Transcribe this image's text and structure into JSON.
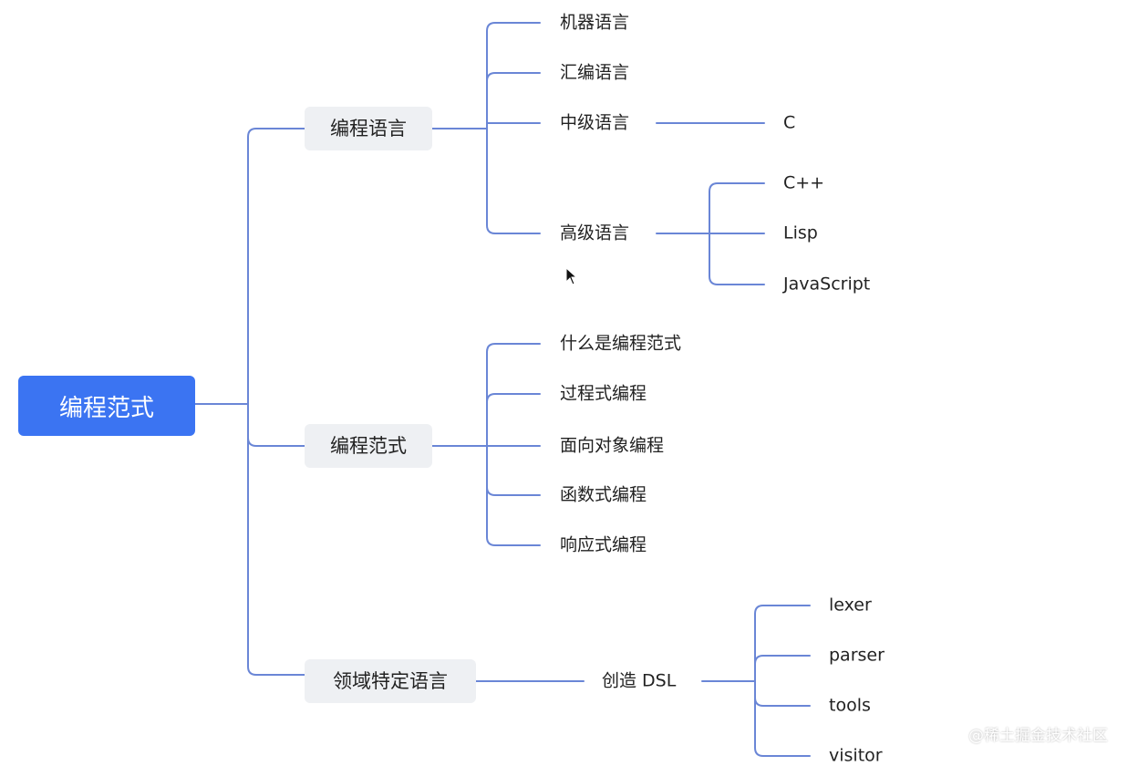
{
  "root": "编程范式",
  "branches": {
    "languages": {
      "label": "编程语言",
      "children": {
        "machine": "机器语言",
        "assembly": "汇编语言",
        "middle": {
          "label": "中级语言",
          "children": [
            "C"
          ]
        },
        "high": {
          "label": "高级语言",
          "children": [
            "C++",
            "Lisp",
            "JavaScript"
          ]
        }
      }
    },
    "paradigms": {
      "label": "编程范式",
      "children": [
        "什么是编程范式",
        "过程式编程",
        "面向对象编程",
        "函数式编程",
        "响应式编程"
      ]
    },
    "dsl": {
      "label": "领域特定语言",
      "children": {
        "create": {
          "label": "创造 DSL",
          "children": [
            "lexer",
            "parser",
            "tools",
            "visitor"
          ]
        }
      }
    }
  },
  "watermark": "@稀土掘金技术社区",
  "colors": {
    "root_fill": "#3b74f2",
    "branch_fill": "#eef0f3",
    "connector": "#6a86d6"
  }
}
